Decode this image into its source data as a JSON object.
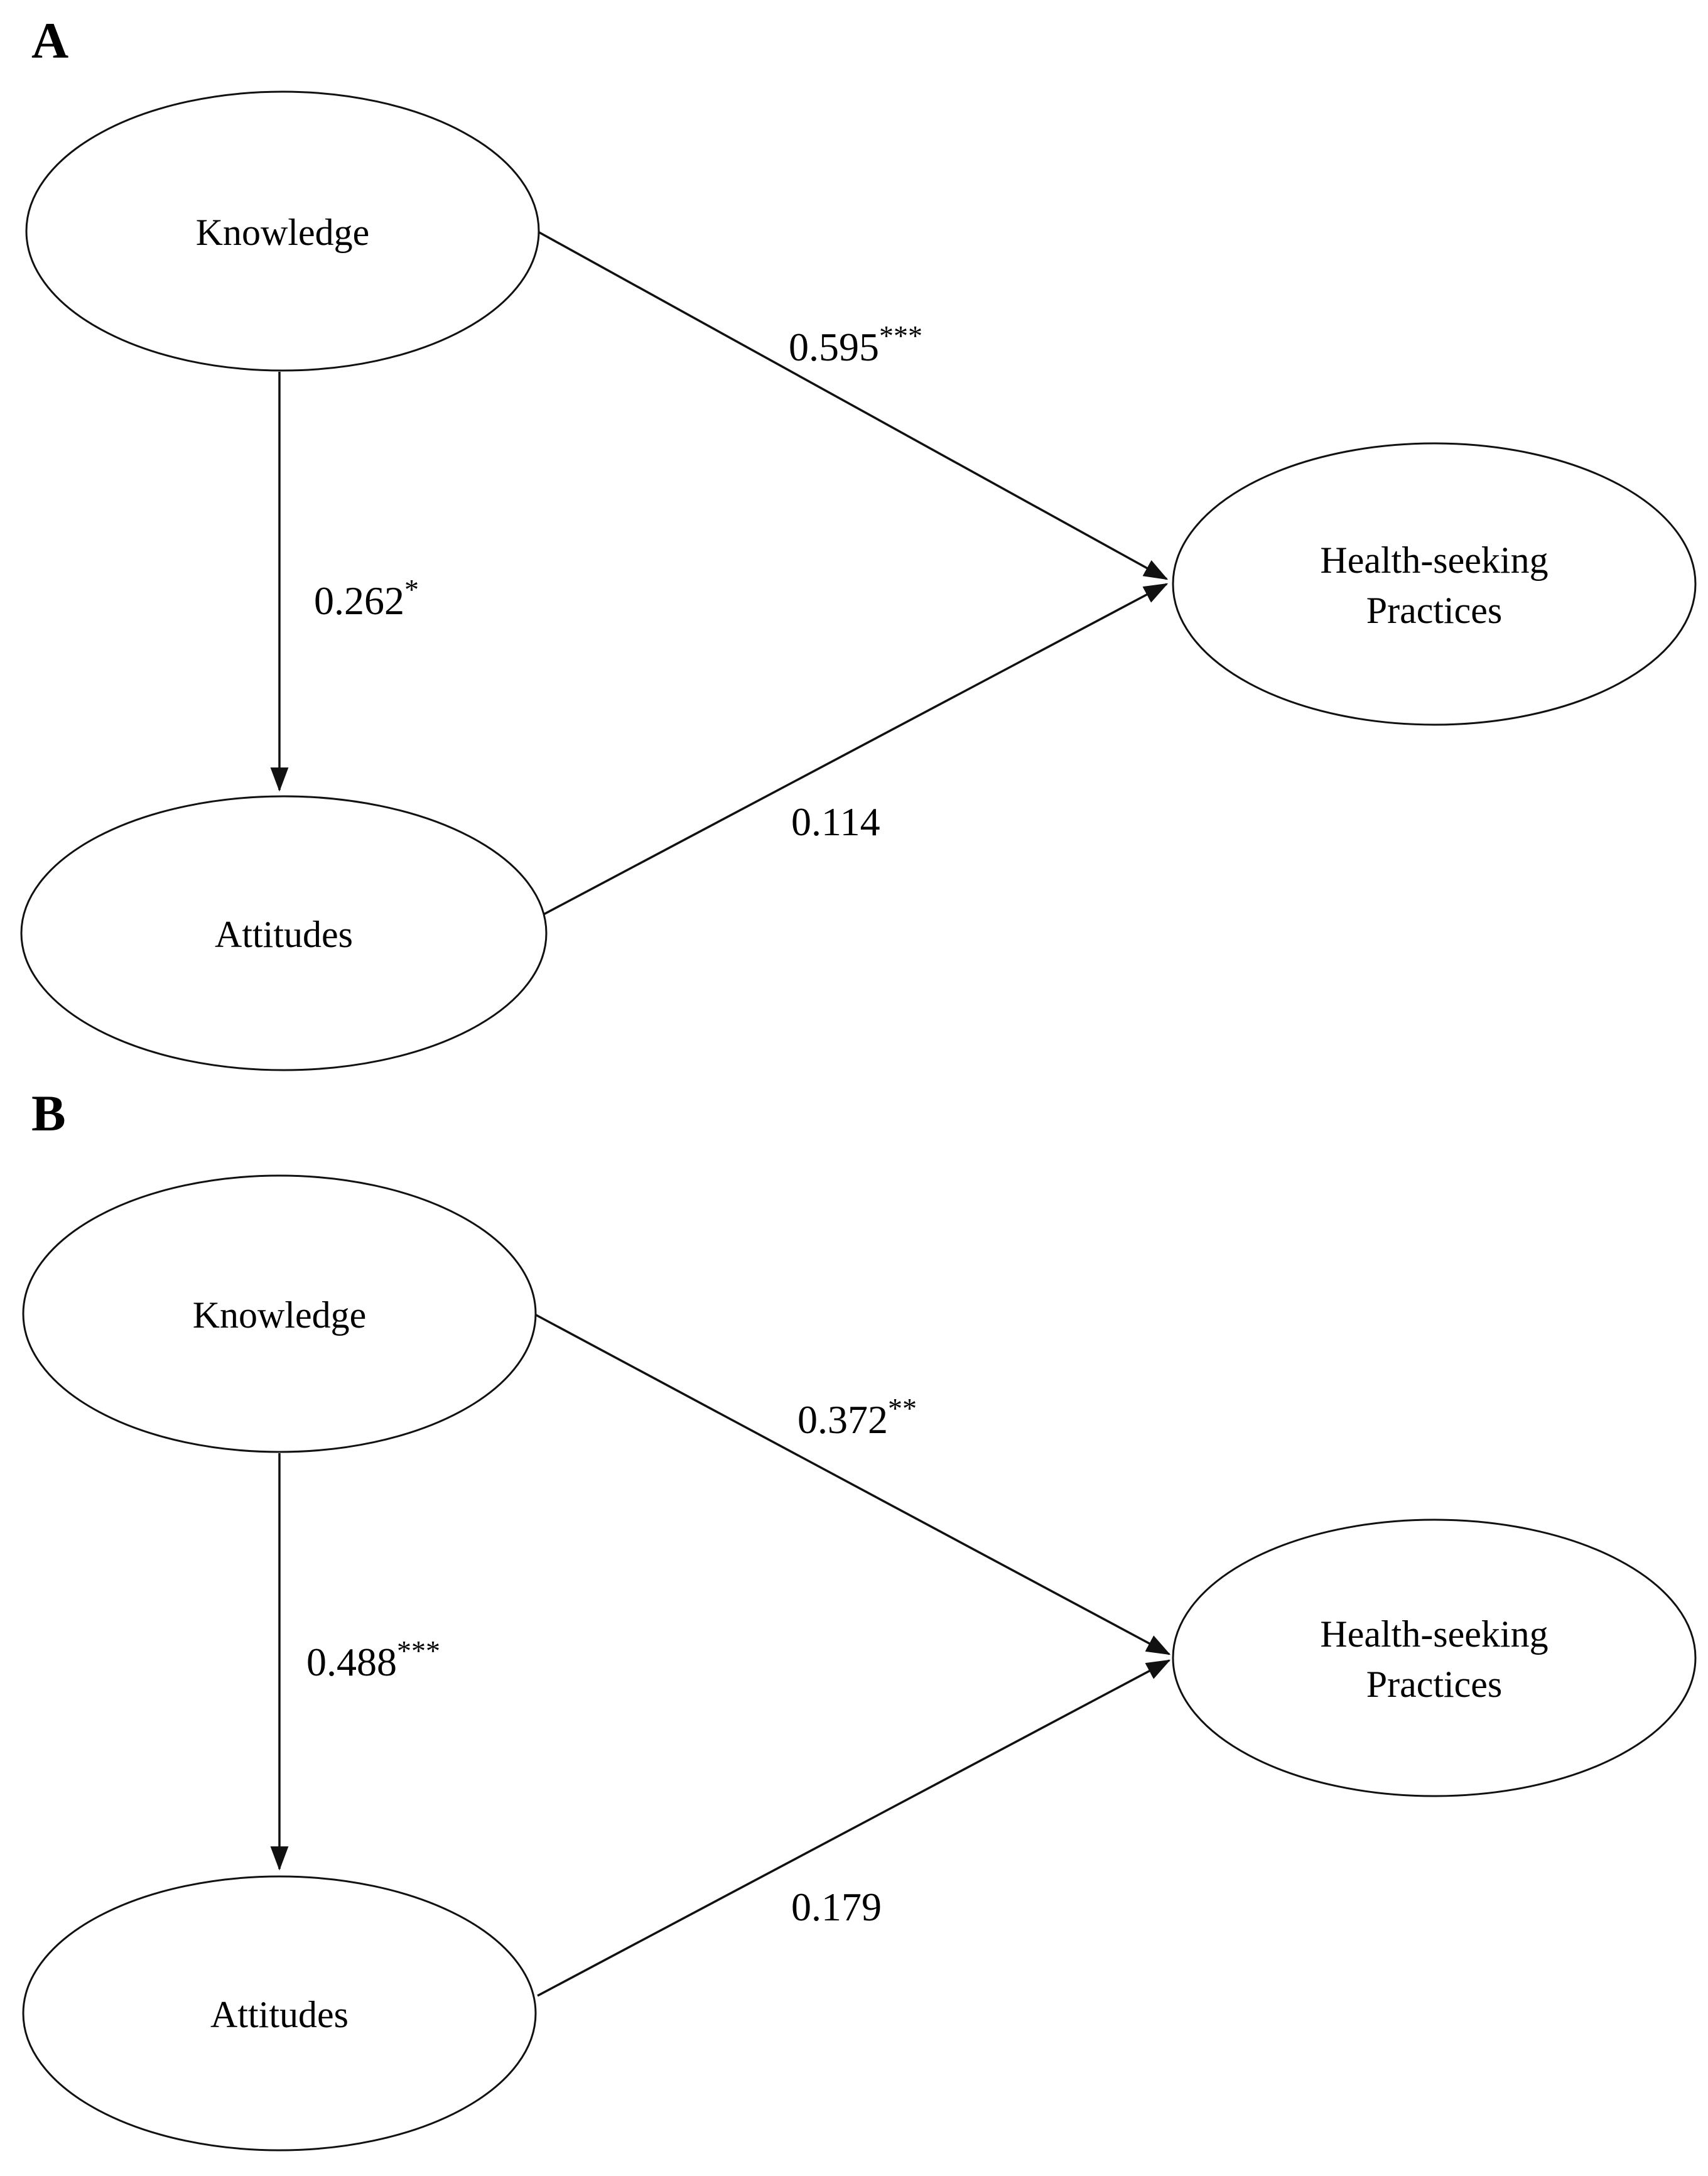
{
  "figure": {
    "background_color": "#ffffff",
    "line_color": "#111111",
    "text_color": "#000000"
  },
  "panels": [
    {
      "label": "A",
      "nodes": {
        "knowledge": "Knowledge",
        "attitudes": "Attitudes",
        "practices_line1": "Health-seeking",
        "practices_line2": "Practices"
      },
      "paths": {
        "knowledge_to_practices": {
          "value": "0.595",
          "stars": "***"
        },
        "knowledge_to_attitudes": {
          "value": "0.262",
          "stars": "*"
        },
        "attitudes_to_practices": {
          "value": "0.114",
          "stars": ""
        }
      }
    },
    {
      "label": "B",
      "nodes": {
        "knowledge": "Knowledge",
        "attitudes": "Attitudes",
        "practices_line1": "Health-seeking",
        "practices_line2": "Practices"
      },
      "paths": {
        "knowledge_to_practices": {
          "value": "0.372",
          "stars": "**"
        },
        "knowledge_to_attitudes": {
          "value": "0.488",
          "stars": "***"
        },
        "attitudes_to_practices": {
          "value": "0.179",
          "stars": ""
        }
      }
    }
  ]
}
